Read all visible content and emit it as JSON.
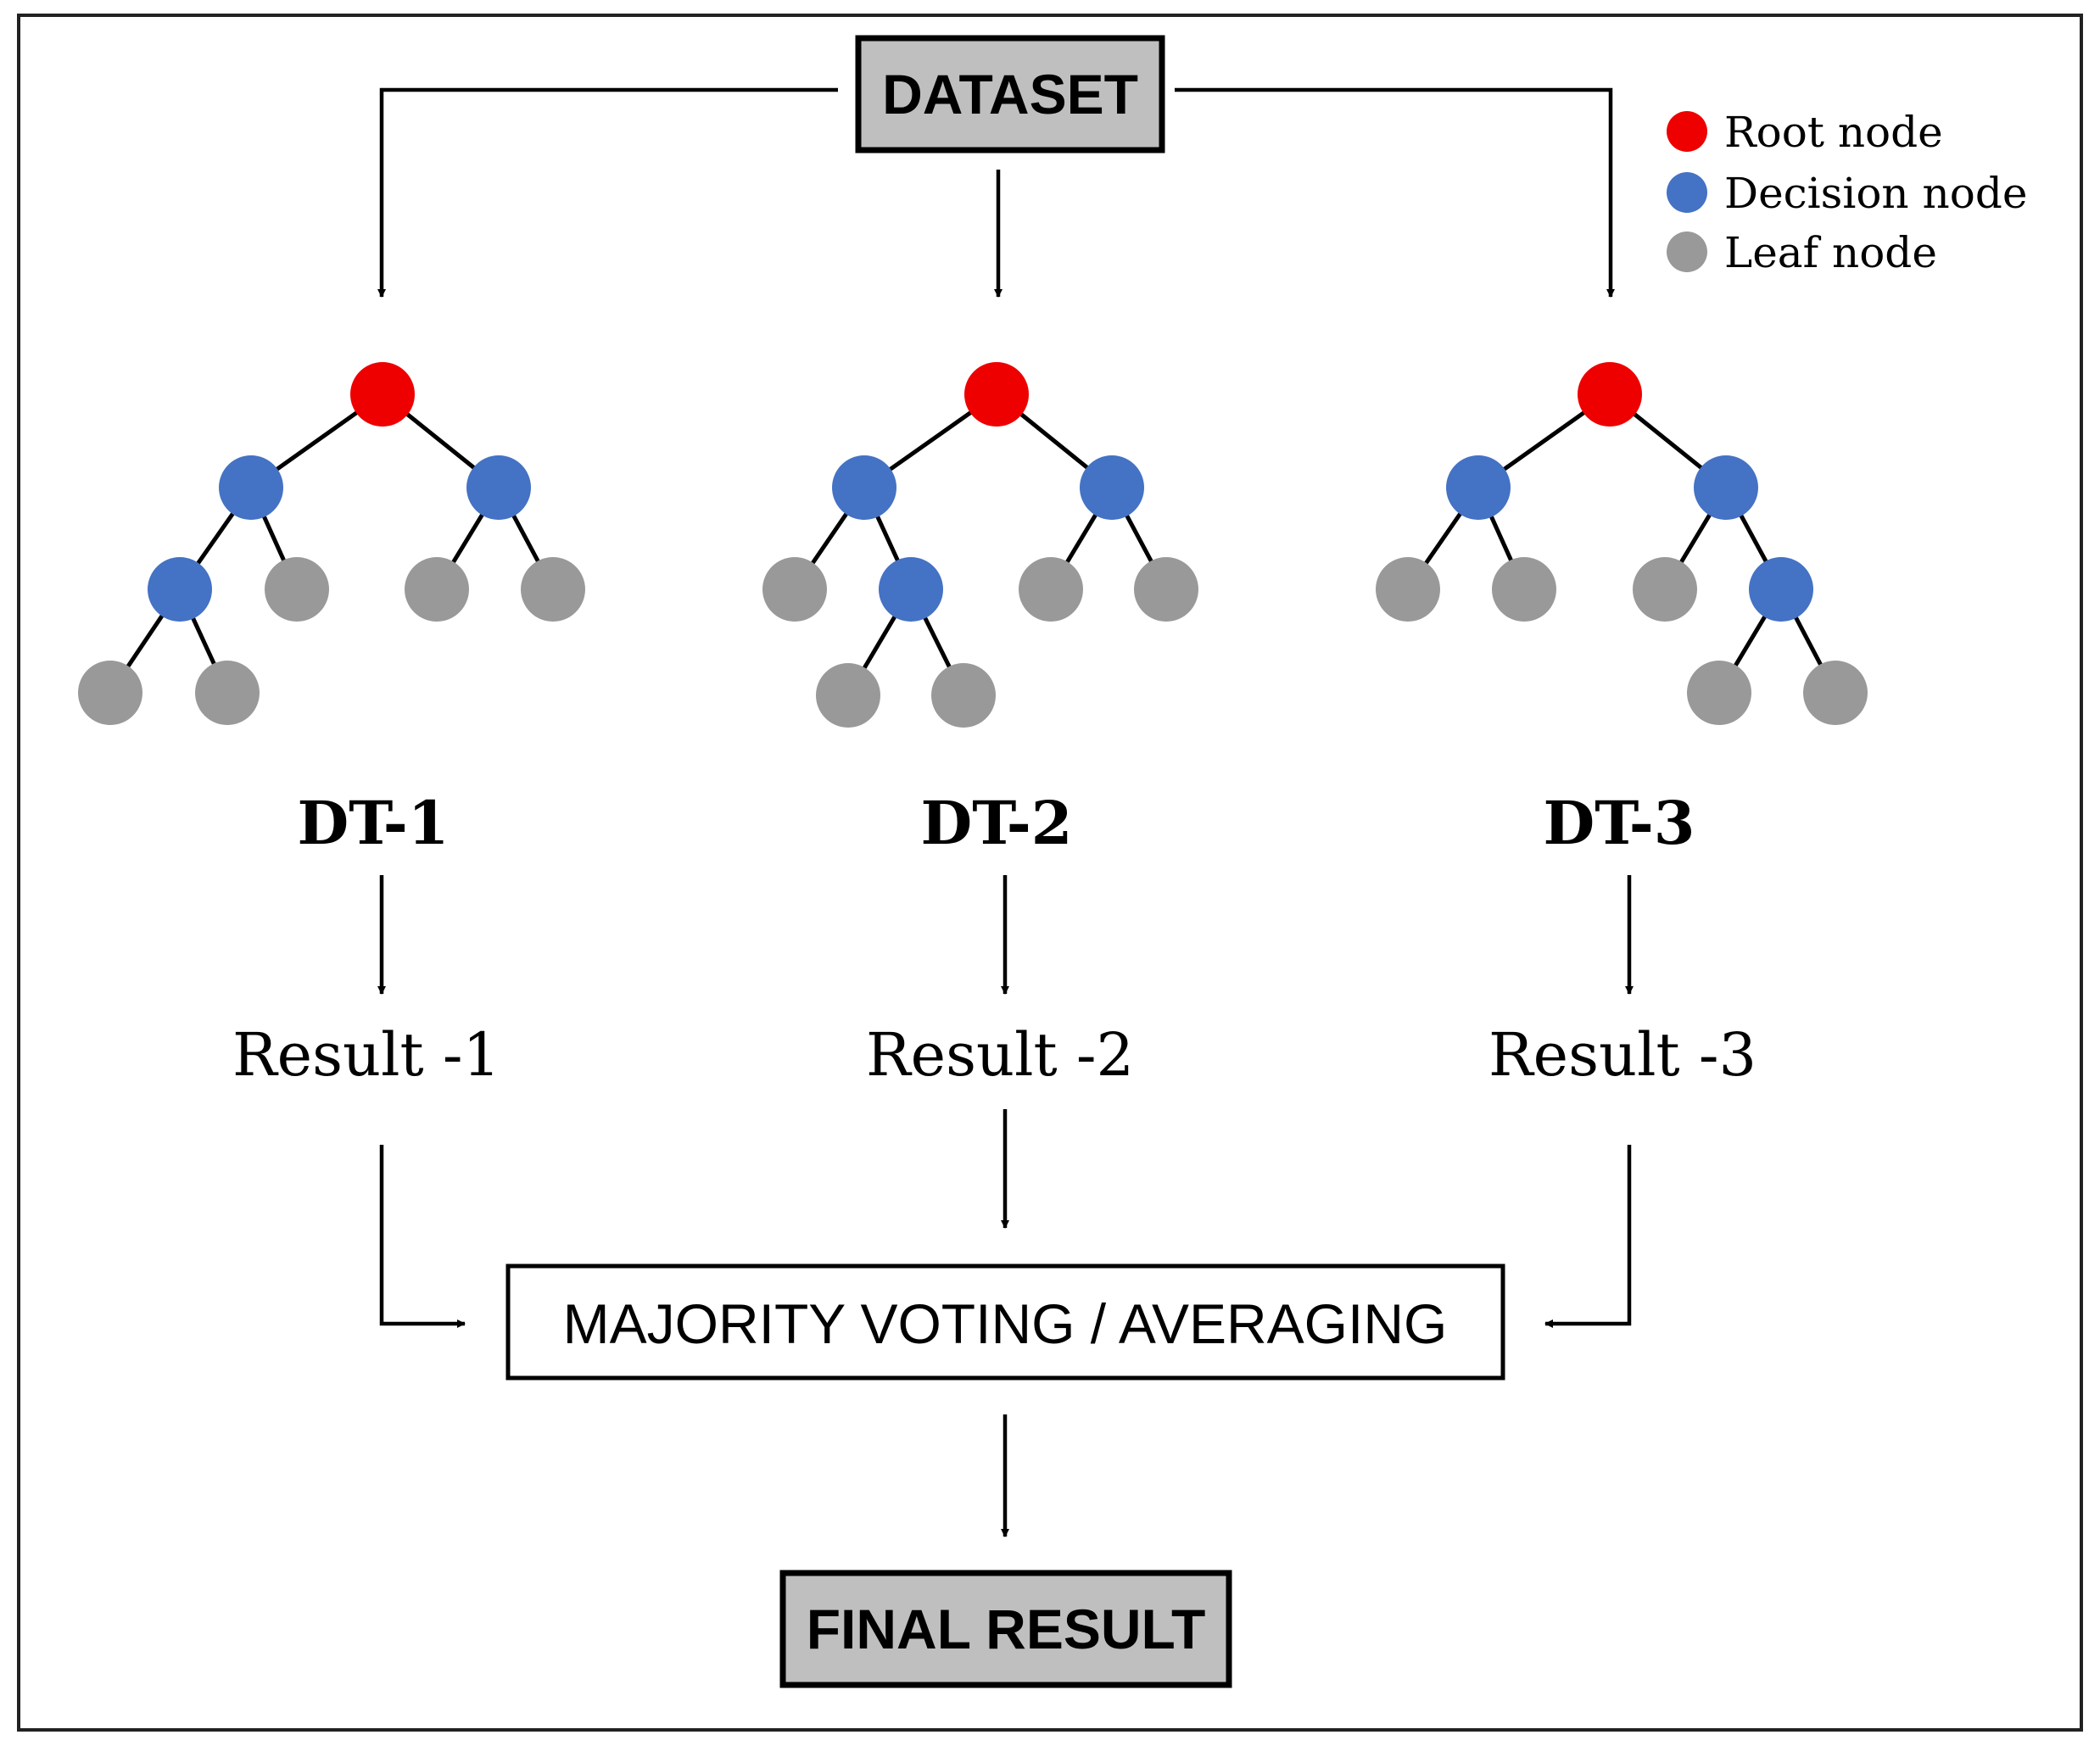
{
  "dataset": {
    "label": "DATASET"
  },
  "legend": [
    {
      "label": "Root node",
      "color": "#ee0000"
    },
    {
      "label": "Decision node",
      "color": "#4472c4"
    },
    {
      "label": "Leaf node",
      "color": "#999999"
    }
  ],
  "trees": [
    {
      "label": "DT-1",
      "result": "Result -1"
    },
    {
      "label": "DT-2",
      "result": "Result -2"
    },
    {
      "label": "DT-3",
      "result": "Result -3"
    }
  ],
  "aggregation": {
    "label": "MAJORITY VOTING / AVERAGING"
  },
  "final": {
    "label": "FINAL RESULT"
  },
  "colors": {
    "root": "#ee0000",
    "decision": "#4472c4",
    "leaf": "#999999",
    "box_fill": "#bfbfbf"
  }
}
